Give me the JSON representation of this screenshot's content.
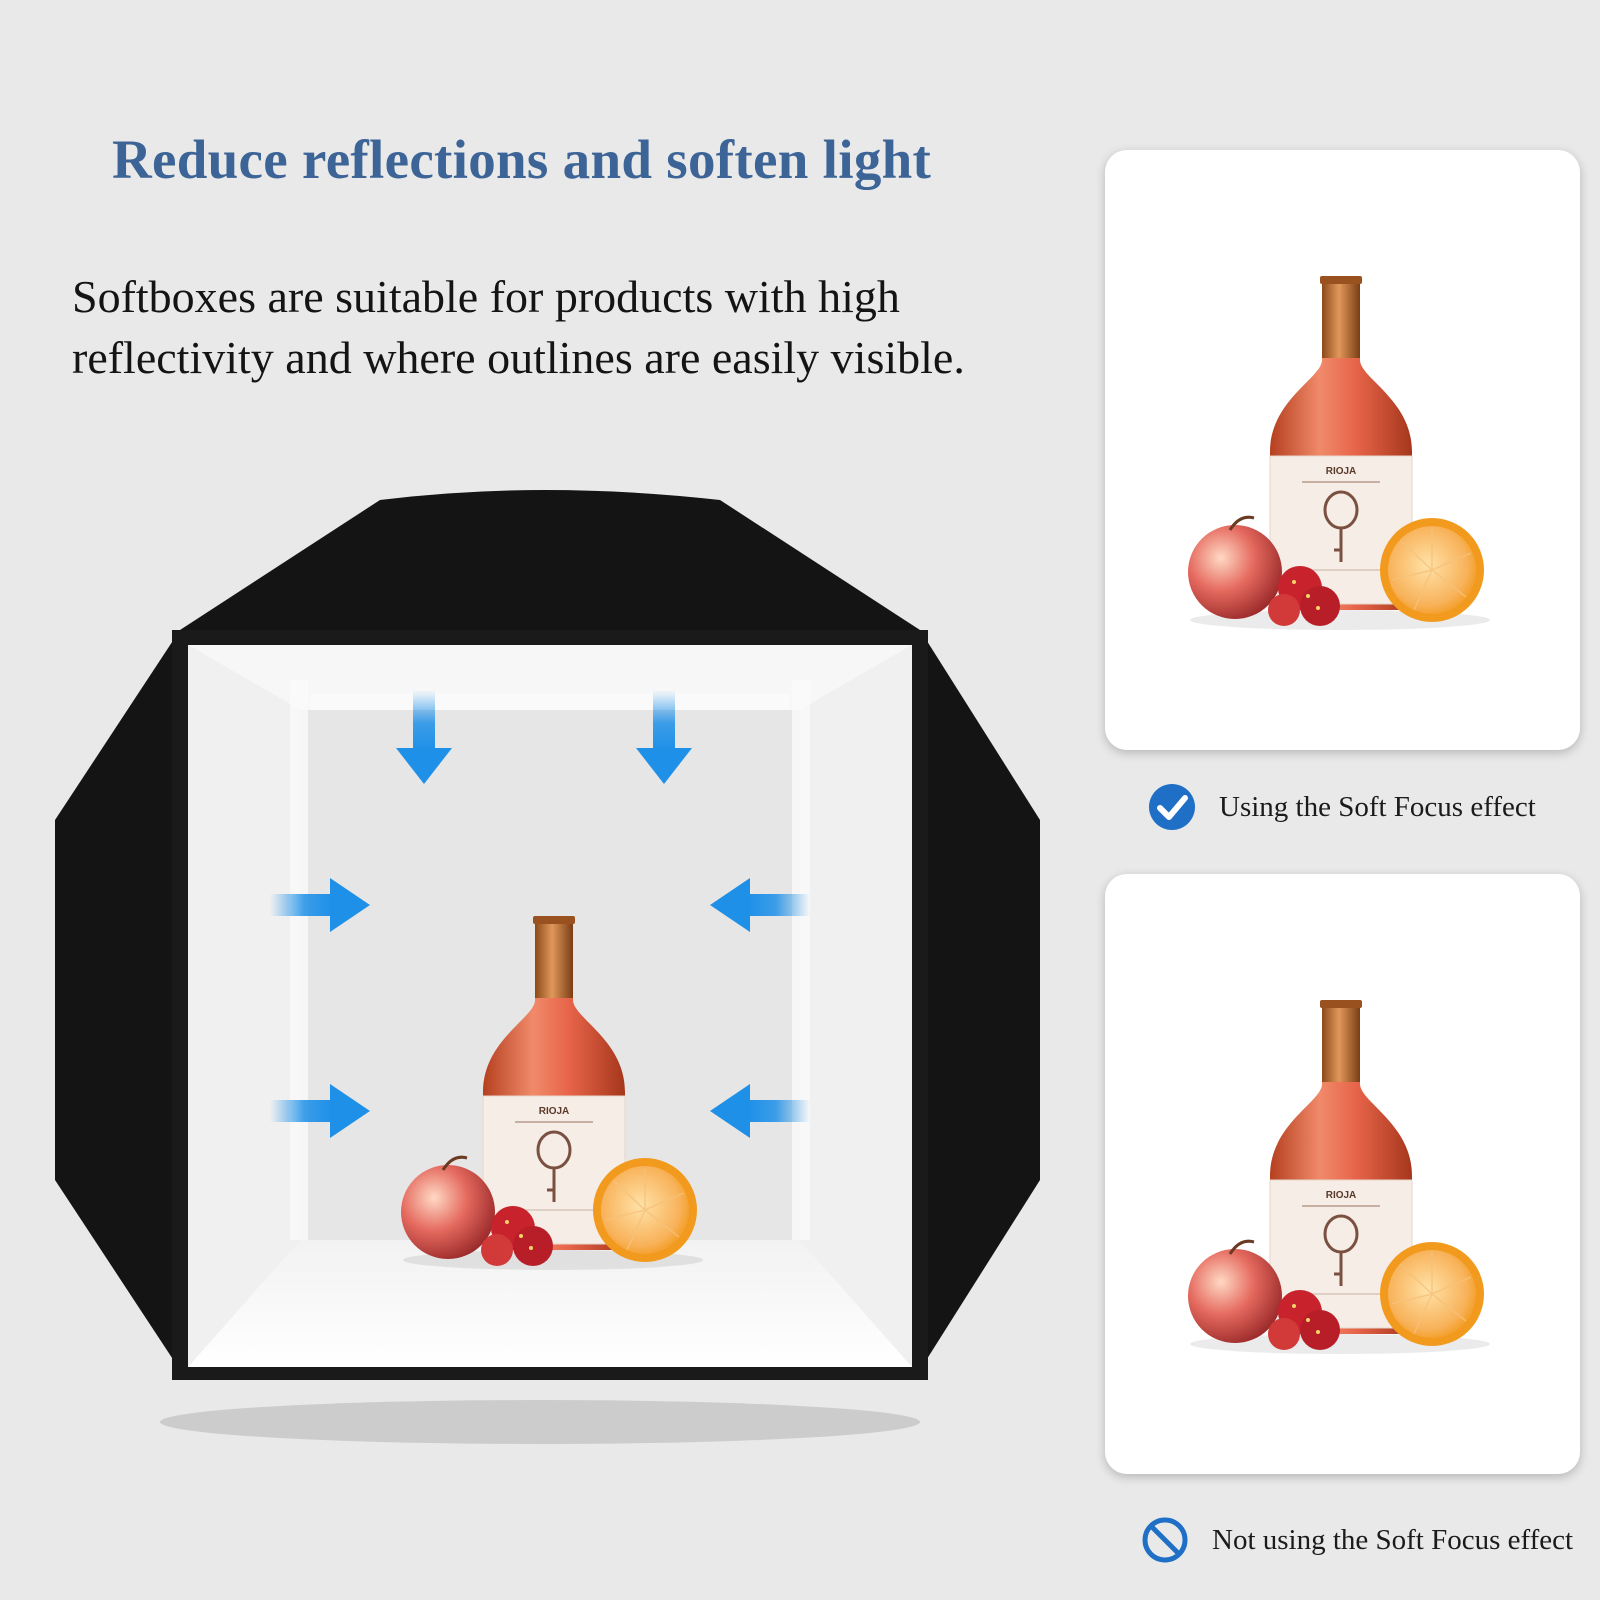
{
  "headline": "Reduce reflections and soften light",
  "description": {
    "line1": "Softboxes are suitable for products with high",
    "line2": "reflectivity and where outlines are easily visible."
  },
  "comparison": {
    "with_effect": {
      "caption": "Using the Soft Focus effect",
      "icon": "check-circle-icon"
    },
    "without_effect": {
      "caption": "Not using the Soft Focus effect",
      "icon": "prohibited-circle-icon"
    }
  },
  "product_labels": {
    "bottle_label": "RIOJA"
  },
  "colors": {
    "headline": "#3c6497",
    "arrow": "#1e90e8",
    "icon_blue": "#1f6fc6",
    "softbox_fabric": "#141414",
    "background": "#e9e9e9"
  }
}
